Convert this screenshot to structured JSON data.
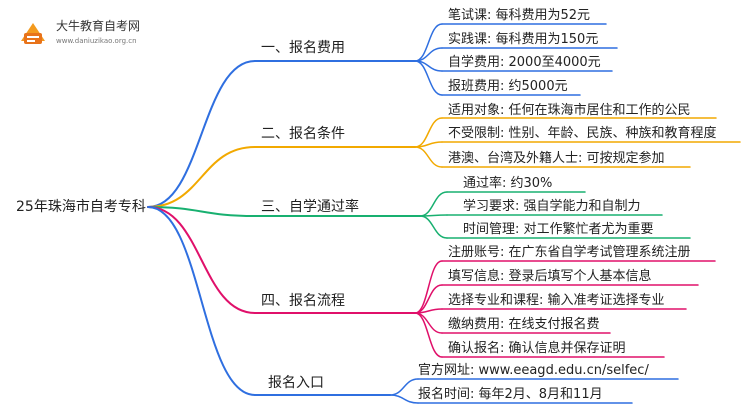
{
  "logo": {
    "title": "大牛教育自考网",
    "url": "www.daniuzikao.org.cn"
  },
  "root": {
    "label": "25年珠海市自考专科"
  },
  "branches": [
    {
      "label": "一、报名费用",
      "color": "#2f6fe0",
      "leaves": [
        "笔试课: 每科费用为52元",
        "实践课: 每科费用为150元",
        "自学费用: 2000至4000元",
        "报班费用: 约5000元"
      ]
    },
    {
      "label": "二、报名条件",
      "color": "#f2a900",
      "leaves": [
        "适用对象: 任何在珠海市居住和工作的公民",
        "不受限制: 性别、年龄、民族、种族和教育程度",
        "港澳、台湾及外籍人士: 可按规定参加"
      ]
    },
    {
      "label": "三、自学通过率",
      "color": "#18b070",
      "leaves": [
        "通过率: 约30%",
        "学习要求: 强自学能力和自制力",
        "时间管理: 对工作繁忙者尤为重要"
      ]
    },
    {
      "label": "四、报名流程",
      "color": "#e0106a",
      "leaves": [
        "注册账号: 在广东省自学考试管理系统注册",
        "填写信息: 登录后填写个人基本信息",
        "选择专业和课程: 输入准考证选择专业",
        "缴纳费用: 在线支付报名费",
        "确认报名: 确认信息并保存证明"
      ]
    },
    {
      "label": "报名入口",
      "color": "#2f6fe0",
      "leaves": [
        "官方网址: www.eeagd.edu.cn/selfec/",
        "报名时间: 每年2月、8月和11月"
      ]
    }
  ]
}
